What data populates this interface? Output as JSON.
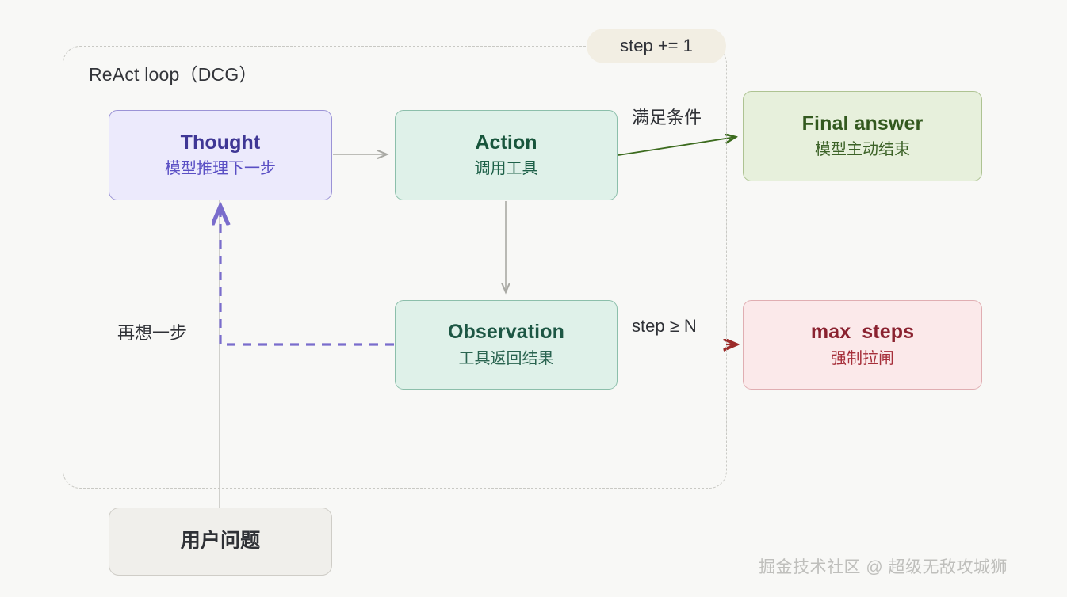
{
  "diagram": {
    "title": "ReAct loop（DCG）",
    "background_color": "#f8f8f6"
  },
  "group": {
    "label": "ReAct loop（DCG）",
    "border_style": "dashed",
    "border_color": "#c9c9c4"
  },
  "badge": {
    "label": "step += 1",
    "background_color": "#f2eee3",
    "text_color": "#303238"
  },
  "nodes": [
    {
      "id": "thought",
      "title": "Thought",
      "subtitle": "模型推理下一步",
      "fill": "#eceafc",
      "border": "#9b93d6",
      "text_color": "#3f3795"
    },
    {
      "id": "action",
      "title": "Action",
      "subtitle": "调用工具",
      "fill": "#dff1e9",
      "border": "#8cbfab",
      "text_color": "#18553c"
    },
    {
      "id": "final_answer",
      "title": "Final answer",
      "subtitle": "模型主动结束",
      "fill": "#e7f0dc",
      "border": "#aec392",
      "text_color": "#33591f"
    },
    {
      "id": "observation",
      "title": "Observation",
      "subtitle": "工具返回结果",
      "fill": "#dff1e9",
      "border": "#8cbfab",
      "text_color": "#1d5744"
    },
    {
      "id": "max_steps",
      "title": "max_steps",
      "subtitle": "强制拉闸",
      "fill": "#fbe9ea",
      "border": "#e0aeb2",
      "text_color": "#8a2230"
    },
    {
      "id": "user_question",
      "title": "用户问题",
      "subtitle": "",
      "fill": "#f0efeb",
      "border": "#cfcdc7",
      "text_color": "#2f3136"
    }
  ],
  "edges": [
    {
      "id": "thought-to-action",
      "from": "thought",
      "to": "action",
      "label": "",
      "style": "solid",
      "color": "#a9a9a4"
    },
    {
      "id": "action-to-final",
      "from": "action",
      "to": "final_answer",
      "label": "满足条件",
      "style": "solid",
      "color": "#3c6b1e"
    },
    {
      "id": "action-to-observation",
      "from": "action",
      "to": "observation",
      "label": "",
      "style": "solid",
      "color": "#a9a9a4"
    },
    {
      "id": "observation-to-maxsteps",
      "from": "observation",
      "to": "max_steps",
      "label": "step ≥ N",
      "style": "solid",
      "color": "#9c2b29"
    },
    {
      "id": "observation-to-thought",
      "from": "observation",
      "to": "thought",
      "label": "再想一步",
      "style": "dashed",
      "color": "#7a6dcc"
    },
    {
      "id": "userq-to-thought",
      "from": "user_question",
      "to": "thought",
      "label": "",
      "style": "solid",
      "color": "#b8b8b3"
    }
  ],
  "watermark": {
    "text": "掘金技术社区 @ 超级无敌攻城狮"
  }
}
